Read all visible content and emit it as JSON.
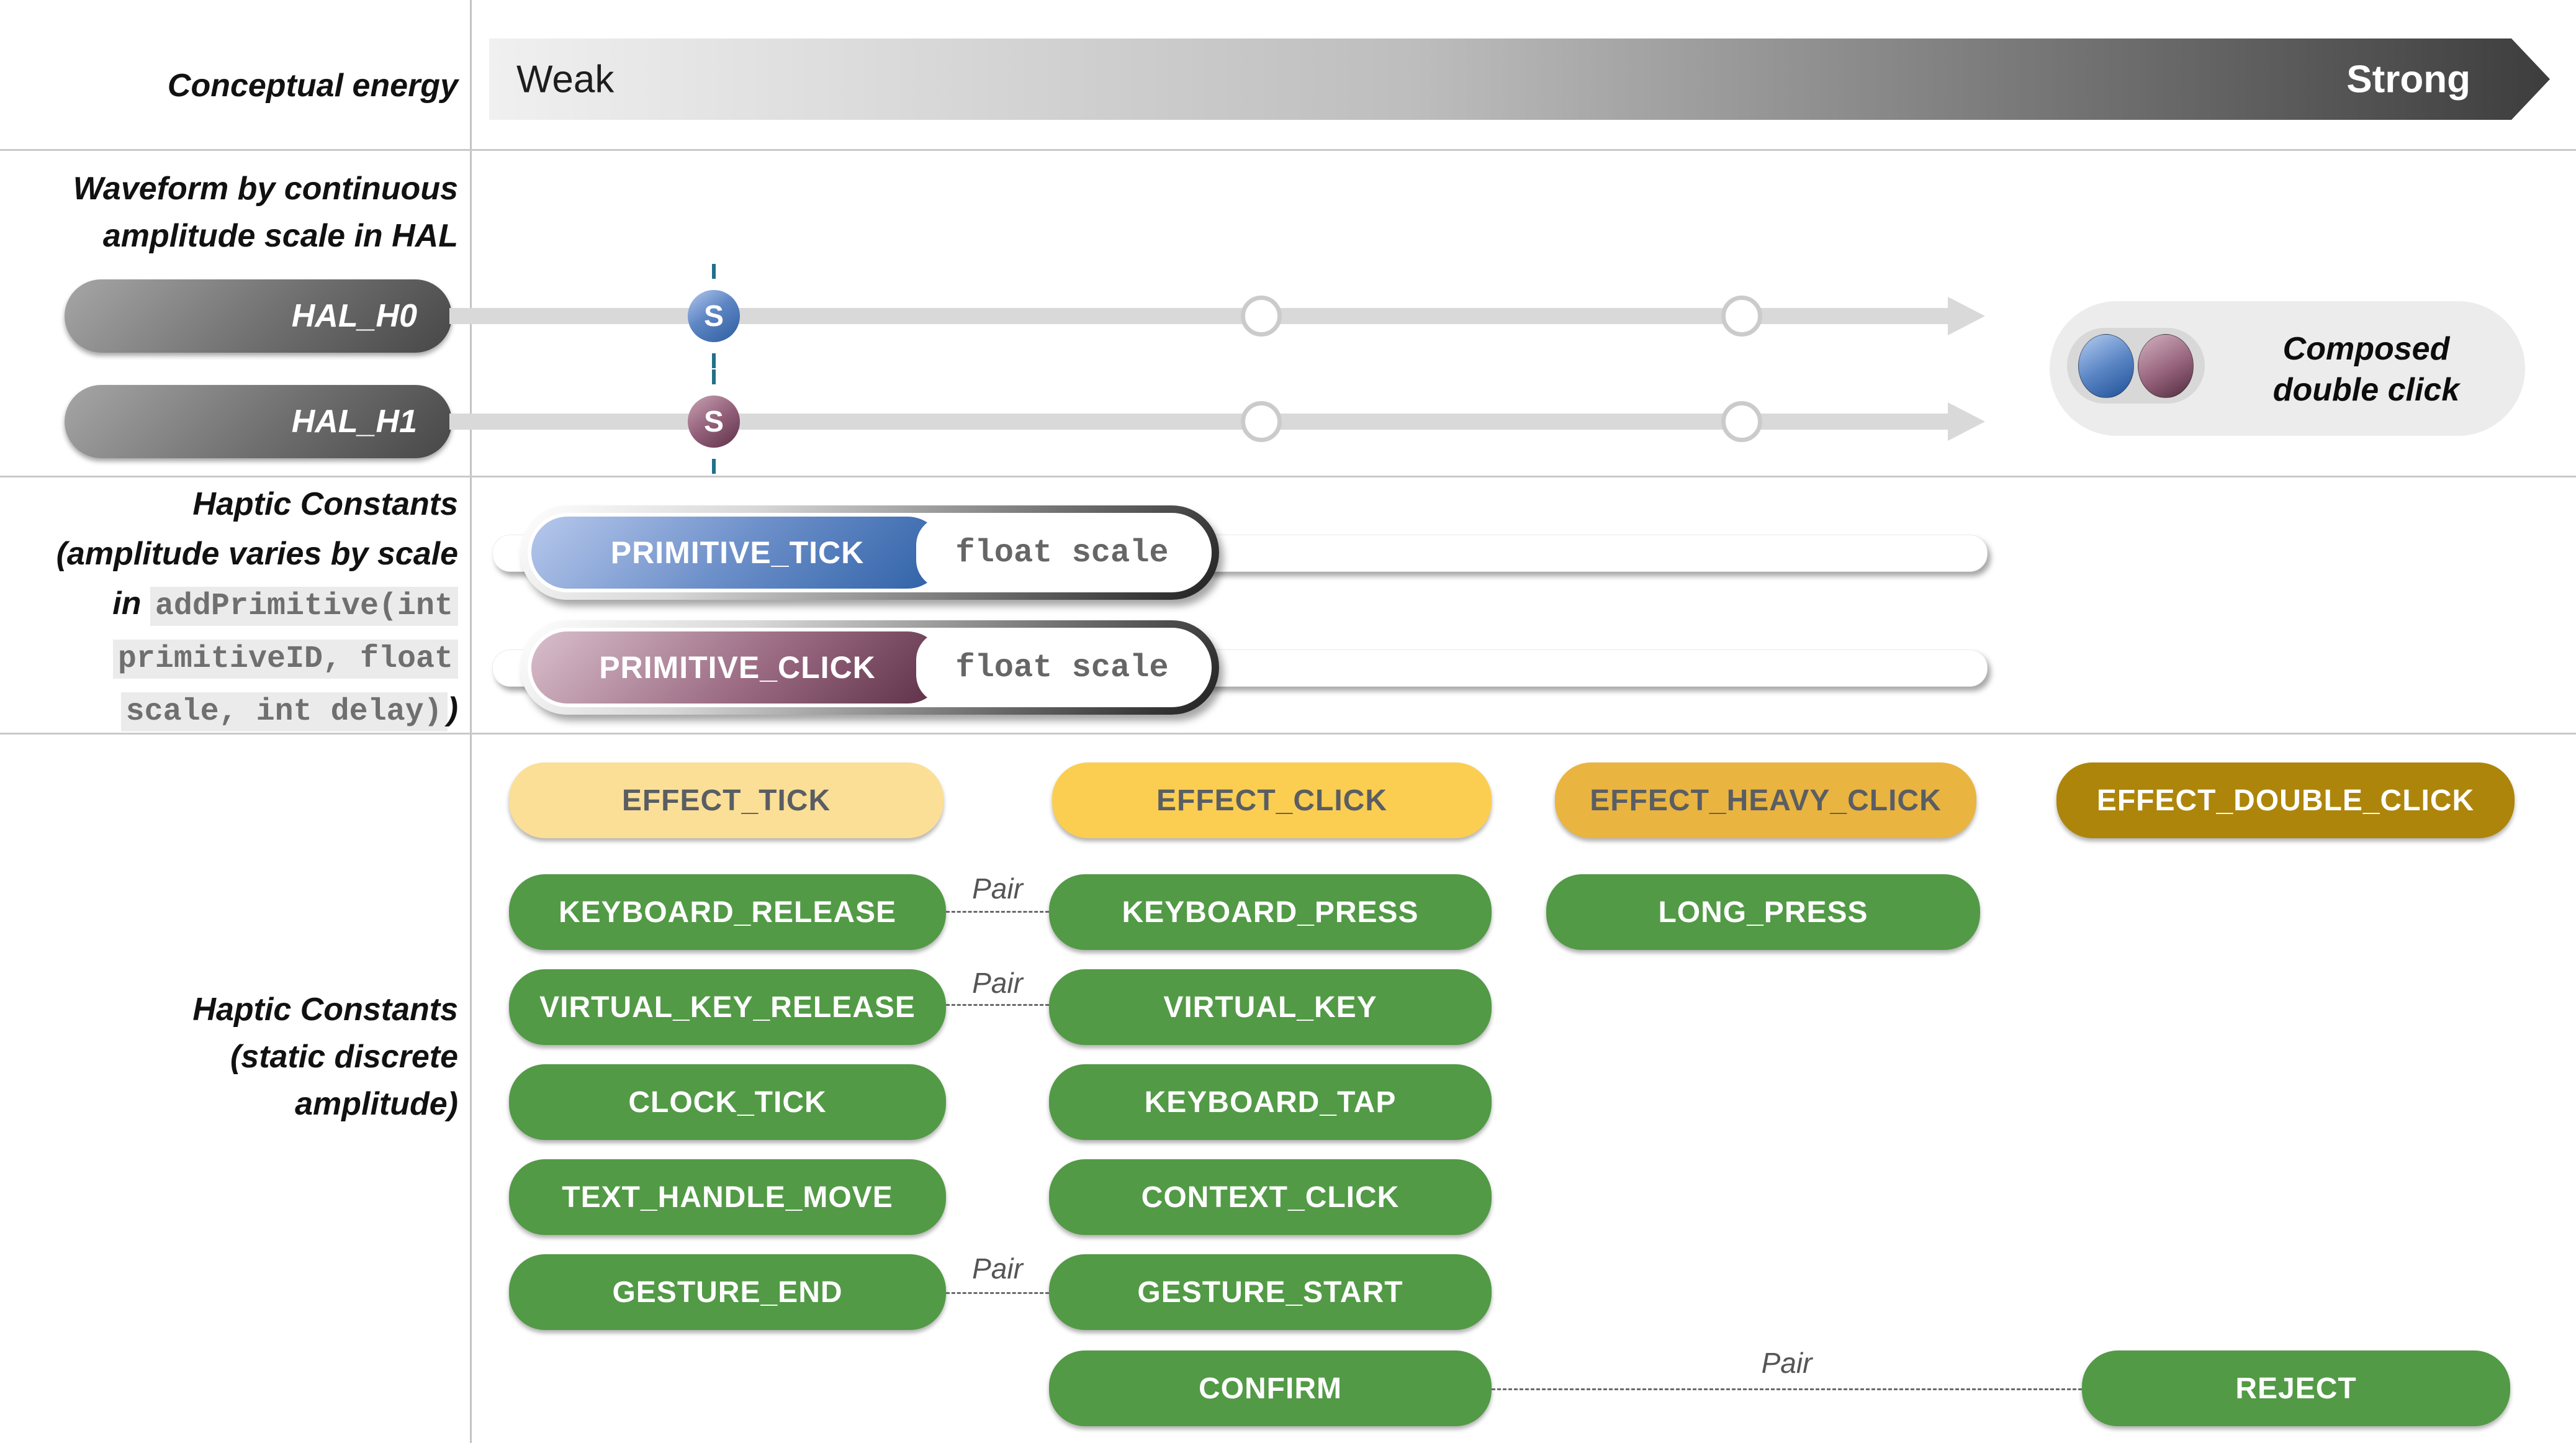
{
  "header": {
    "row_label": "Conceptual energy",
    "weak": "Weak",
    "strong": "Strong"
  },
  "waveform": {
    "label_line1": "Waveform by continuous",
    "label_line2": "amplitude scale in HAL",
    "hal_h0": "HAL_H0",
    "hal_h1": "HAL_H1",
    "s_marker": "S",
    "composed_line1": "Composed",
    "composed_line2": "double click"
  },
  "primitives": {
    "label_line1": "Haptic Constants",
    "label_line2": "(amplitude varies by scale",
    "label_line3_prefix": "in",
    "code_line1": "addPrimitive(int",
    "code_line2": "primitiveID, float",
    "code_line3": "scale, int delay)",
    "label_close": ")",
    "tick": {
      "label": "PRIMITIVE_TICK",
      "param": "float scale"
    },
    "click": {
      "label": "PRIMITIVE_CLICK",
      "param": "float scale"
    }
  },
  "constants": {
    "label_line1": "Haptic Constants",
    "label_line2": "(static discrete",
    "label_line3": "amplitude)",
    "pair_label": "Pair",
    "buttons": {
      "effect_tick": "EFFECT_TICK",
      "effect_click": "EFFECT_CLICK",
      "effect_heavy_click": "EFFECT_HEAVY_CLICK",
      "effect_double_click": "EFFECT_DOUBLE_CLICK",
      "keyboard_release": "KEYBOARD_RELEASE",
      "keyboard_press": "KEYBOARD_PRESS",
      "long_press": "LONG_PRESS",
      "virtual_key_release": "VIRTUAL_KEY_RELEASE",
      "virtual_key": "VIRTUAL_KEY",
      "clock_tick": "CLOCK_TICK",
      "keyboard_tap": "KEYBOARD_TAP",
      "text_handle_move": "TEXT_HANDLE_MOVE",
      "context_click": "CONTEXT_CLICK",
      "gesture_end": "GESTURE_END",
      "gesture_start": "GESTURE_START",
      "confirm": "CONFIRM",
      "reject": "REJECT"
    }
  },
  "colors": {
    "bar_gradient_start": "#f0f0f0",
    "bar_gradient_end": "#3d3d3d",
    "hal_pill_start": "#a6a6a6",
    "hal_pill_end": "#474747",
    "track_gray": "#d9d9d9",
    "s_blue_start": "#b3c9ee",
    "s_blue_end": "#2d5d9f",
    "s_mauve_start": "#c9a4b4",
    "s_mauve_end": "#5d3147",
    "tick_dash_teal": "#23708b",
    "primitive_tick_start": "#b7c8ec",
    "primitive_tick_end": "#2e61a7",
    "primitive_click_start": "#d9bfcc",
    "primitive_click_end": "#5c3046",
    "effect_tick_bg": "#fbdf96",
    "effect_click_bg": "#fbce52",
    "effect_heavy_click_bg": "#eab440",
    "effect_double_click_bg": "#ad850a",
    "green_bg": "#529a46",
    "button_dark_text": "#5a5e63",
    "code_bg": "#ebebeb",
    "code_text": "#6f6f6f",
    "composed_bg": "#ececec",
    "composed_inner_bg": "#d8d8d8"
  }
}
